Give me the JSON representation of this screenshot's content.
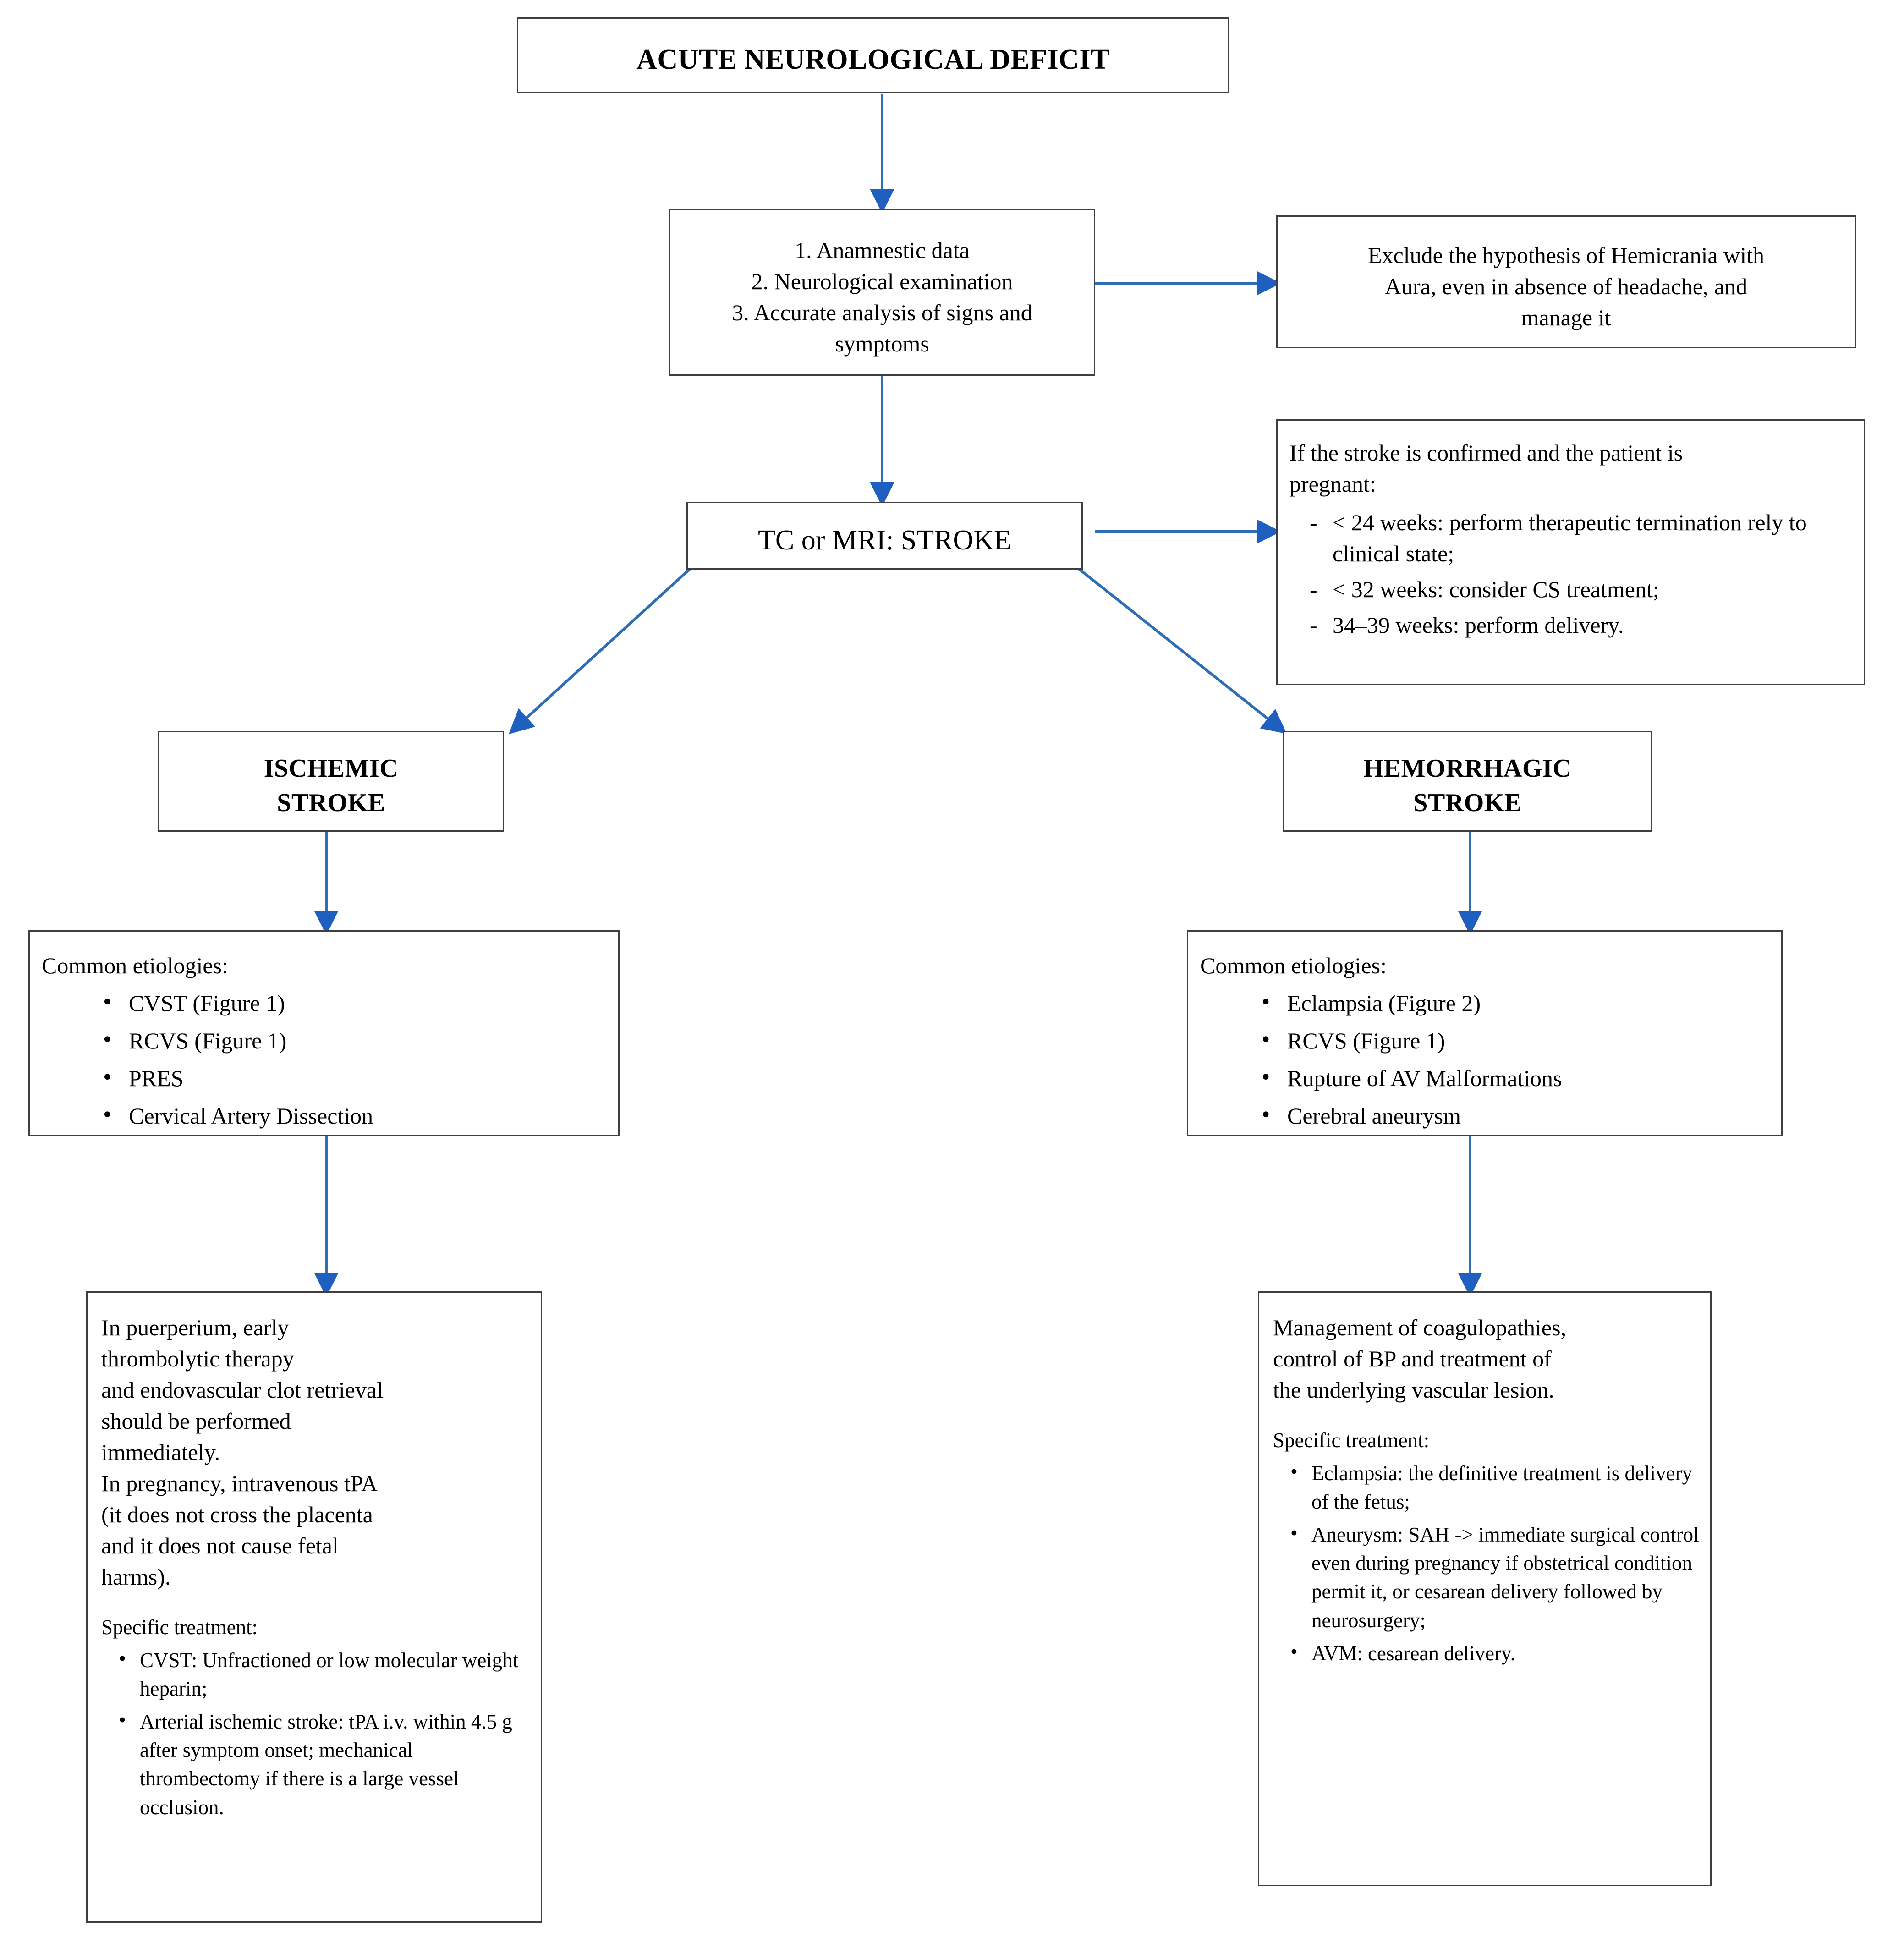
{
  "diagram": {
    "title_node": {
      "label": "ACUTE NEUROLOGICAL DEFICIT"
    },
    "assessment_node": {
      "line1": "1. Anamnestic data",
      "line2": "2. Neurological examination",
      "line3": "3. Accurate analysis of signs and",
      "line4": "symptoms"
    },
    "hemicrania_node": {
      "line1": "Exclude the hypothesis of Hemicrania with",
      "line2": "Aura, even in absence of headache, and",
      "line3": "manage it"
    },
    "imaging_node": {
      "label": "TC or MRI: STROKE"
    },
    "pregnancy_node": {
      "intro_line1": "If the stroke is confirmed and the patient is",
      "intro_line2": "pregnant:",
      "items": [
        "< 24 weeks: perform therapeutic termination rely to clinical state;",
        "< 32 weeks: consider CS treatment;",
        "34–39 weeks: perform delivery."
      ]
    },
    "ischemic_node": {
      "line1": "ISCHEMIC",
      "line2": "STROKE"
    },
    "hemorrhagic_node": {
      "line1": "HEMORRHAGIC",
      "line2": "STROKE"
    },
    "ischemic_etiologies_node": {
      "heading": "Common etiologies:",
      "items": [
        "CVST (Figure 1)",
        "RCVS (Figure 1)",
        "PRES",
        "Cervical Artery Dissection"
      ]
    },
    "hemorrhagic_etiologies_node": {
      "heading": "Common etiologies:",
      "items": [
        "Eclampsia (Figure 2)",
        "RCVS (Figure 1)",
        "Rupture of AV Malformations",
        "Cerebral aneurysm"
      ]
    },
    "ischemic_treatment_node": {
      "paragraph_lines": [
        "In puerperium, early",
        "thrombolytic therapy",
        "and endovascular clot retrieval",
        "should be performed",
        "immediately.",
        "In pregnancy, intravenous tPA",
        "(it does not cross the placenta",
        "and it does not cause fetal",
        "harms)."
      ],
      "specific_heading": "Specific treatment:",
      "items": [
        "CVST: Unfractioned or low molecular weight heparin;",
        "Arterial ischemic stroke: tPA i.v. within 4.5 g after symptom onset; mechanical thrombectomy if there is a large vessel occlusion."
      ]
    },
    "hemorrhagic_treatment_node": {
      "paragraph_lines": [
        "Management of coagulopathies,",
        "control of BP and treatment of",
        "the underlying vascular lesion."
      ],
      "specific_heading": "Specific treatment:",
      "items": [
        "Eclampsia: the definitive treatment is delivery of the fetus;",
        "Aneurysm: SAH -> immediate surgical control even during pregnancy if obstetrical condition permit it, or cesarean delivery followed by neurosurgery;",
        "AVM: cesarean delivery."
      ]
    },
    "colors": {
      "arrow": "#2E6EB5",
      "arrow_head": "#1F5FBF",
      "box_border": "#3f3f3f",
      "text": "#000000",
      "background": "#ffffff"
    }
  }
}
